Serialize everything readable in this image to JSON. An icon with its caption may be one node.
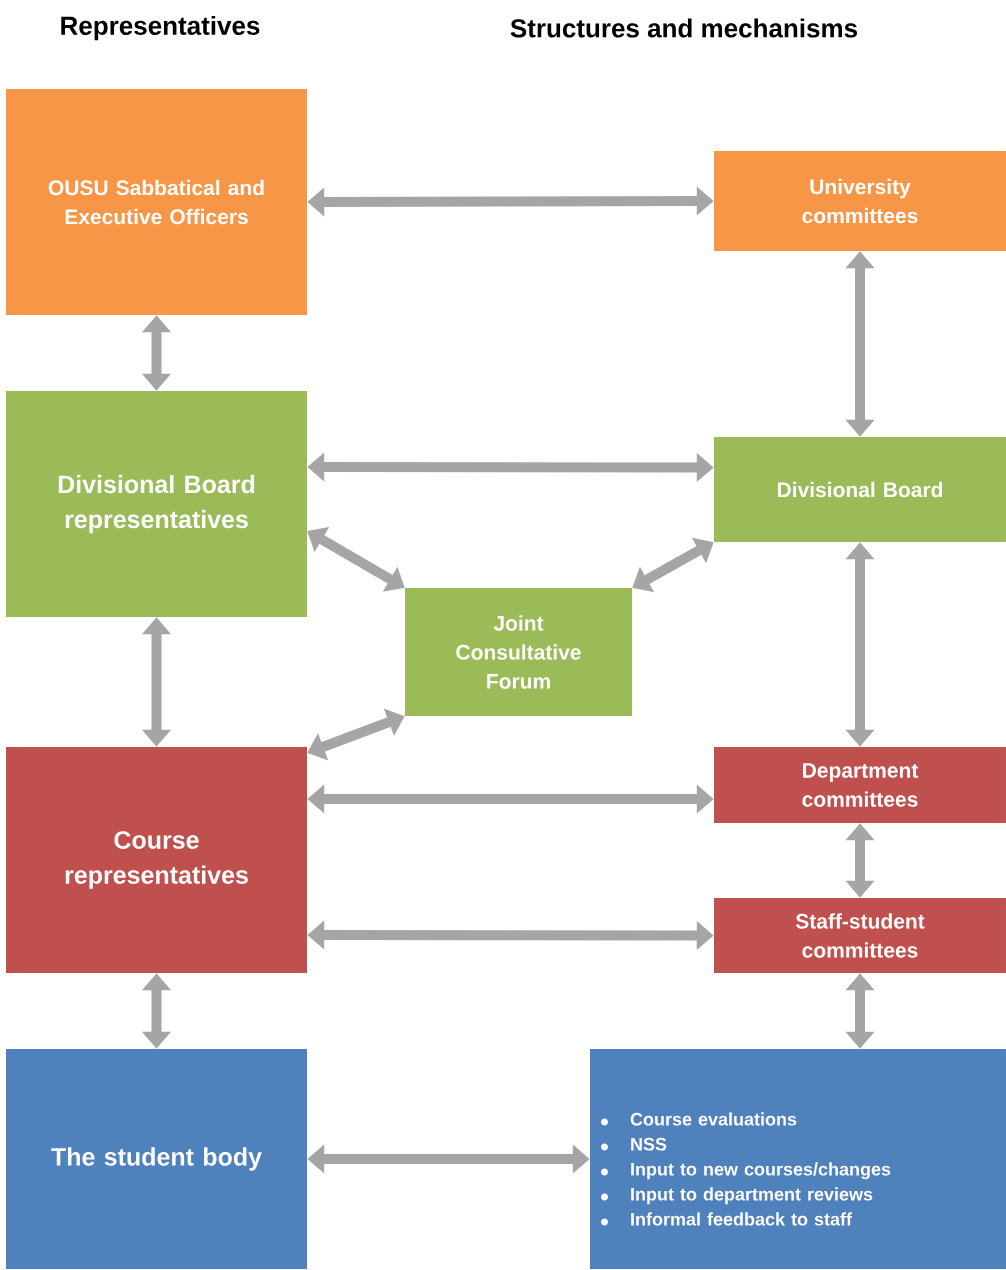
{
  "diagram": {
    "nodes": [
      {
        "text": [
          "OUSU Sabbatical and Executive Officers"
        ]
      },
      {
        "text": [
          "University committees"
        ]
      },
      {
        "text": [
          "Divisional Board representatives"
        ]
      },
      {
        "text": [
          "Divisional Board"
        ]
      },
      {
        "text": [
          "Joint Consultative Forum"
        ]
      },
      {
        "text": [
          "Course representatives"
        ]
      },
      {
        "text": [
          "Department committees"
        ]
      },
      {
        "text": [
          "Staff-student committees"
        ]
      },
      {
        "text": [
          "The student body"
        ]
      },
      {
        "text": [
          "Course evaluations",
          "NSS",
          "Input to new courses/changes",
          "Input to department reviews",
          "Informal feedback to staff"
        ]
      }
    ],
    "edges": [
      {
        "from": 0,
        "to": 1,
        "arrow": "both"
      },
      {
        "from": 0,
        "to": 2,
        "arrow": "both"
      },
      {
        "from": 1,
        "to": 3,
        "arrow": "both"
      },
      {
        "from": 2,
        "to": 3,
        "arrow": "both"
      },
      {
        "from": 2,
        "to": 4,
        "arrow": "both"
      },
      {
        "from": 3,
        "to": 4,
        "arrow": "both"
      },
      {
        "from": 4,
        "to": 5,
        "arrow": "both"
      },
      {
        "from": 2,
        "to": 5,
        "arrow": "both"
      },
      {
        "from": 3,
        "to": 6,
        "arrow": "both"
      },
      {
        "from": 5,
        "to": 6,
        "arrow": "both"
      },
      {
        "from": 6,
        "to": 7,
        "arrow": "both"
      },
      {
        "from": 5,
        "to": 7,
        "arrow": "both"
      },
      {
        "from": 5,
        "to": 8,
        "arrow": "both"
      },
      {
        "from": 7,
        "to": 9,
        "arrow": "both"
      },
      {
        "from": 8,
        "to": 9,
        "arrow": "both"
      }
    ],
    "labels": [
      "Representatives",
      "Structures and mechanisms"
    ]
  }
}
